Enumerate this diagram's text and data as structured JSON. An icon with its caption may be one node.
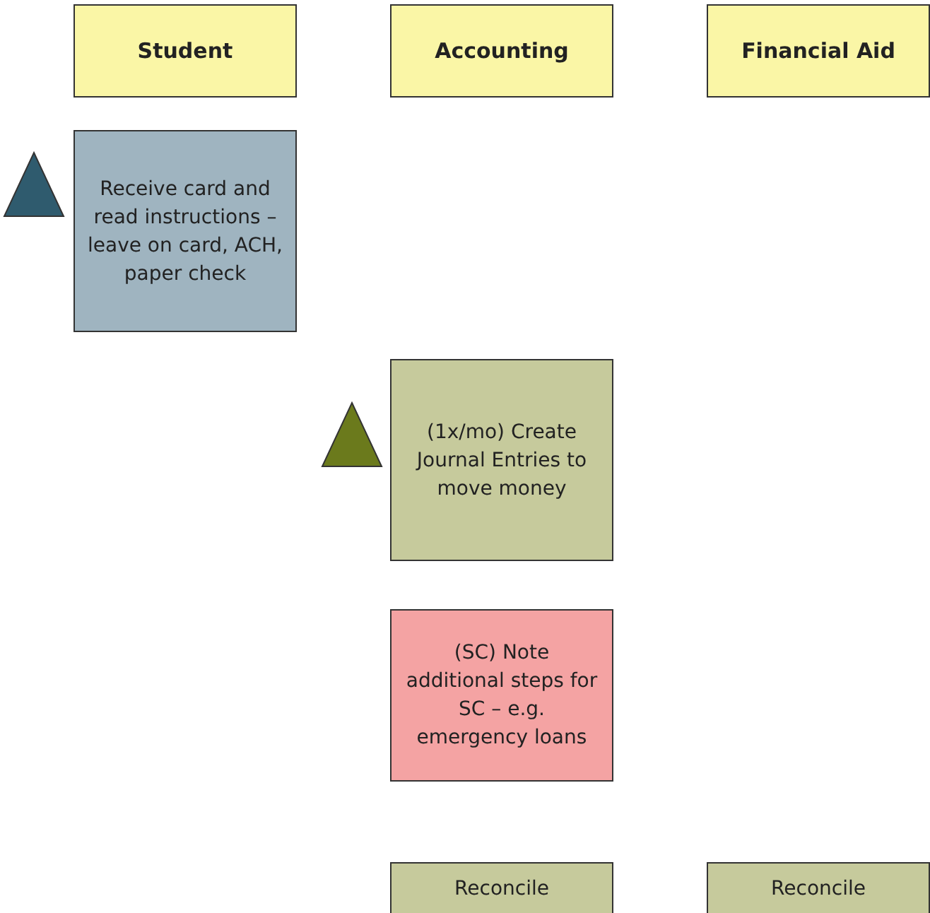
{
  "diagram": {
    "nodes": [
      {
        "text": [
          "Student"
        ]
      },
      {
        "text": [
          "Accounting"
        ]
      },
      {
        "text": [
          "Financial Aid"
        ]
      },
      {
        "text": [],
        "shape": "triangle"
      },
      {
        "text": [
          "Receive card and read instructions – leave on card, ACH, paper check"
        ]
      },
      {
        "text": [],
        "shape": "triangle"
      },
      {
        "text": [
          "(1x/mo) Create Journal Entries to move money"
        ]
      },
      {
        "text": [
          "(SC) Note additional steps for SC – e.g. emergency loans"
        ]
      },
      {
        "text": [
          "Reconcile"
        ]
      },
      {
        "text": [
          "Reconcile"
        ]
      }
    ]
  }
}
